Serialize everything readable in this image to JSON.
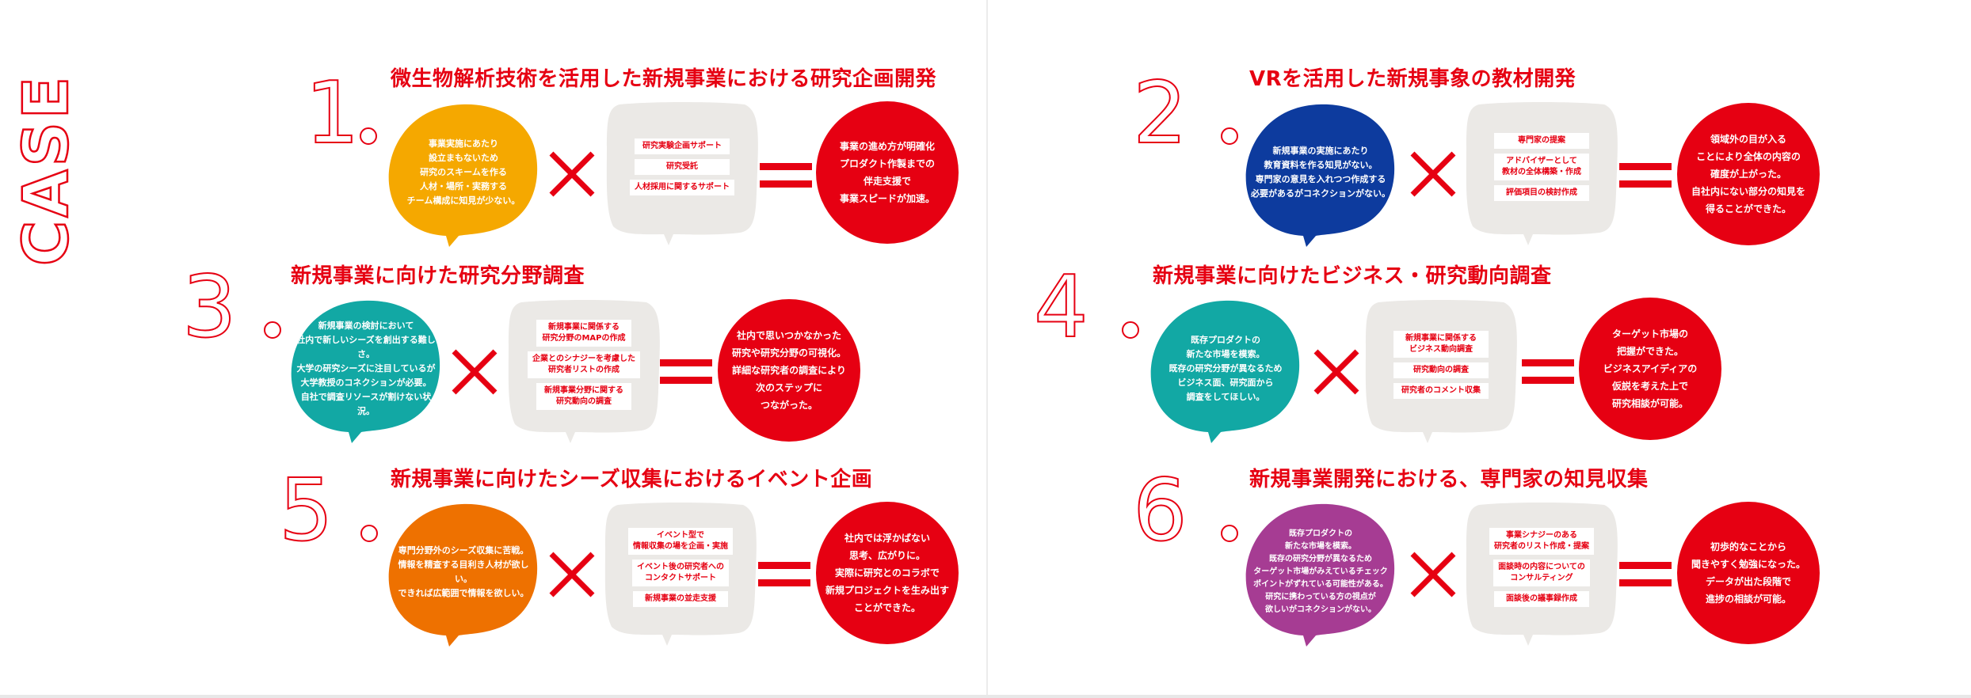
{
  "side_label": "CASE",
  "colors": {
    "accent_red": "#e60012",
    "gray_bubble": "#ebe9e6",
    "outline_number": "#e60012"
  },
  "cases": [
    {
      "number": "1",
      "title": "微生物解析技術を活用した新規事業における研究企画開発",
      "bubble_color": "#f5a800",
      "problem": "事業実施にあたり\n設立まもないため\n研究のスキームを作る\n人材・場所・実務する\nチーム構成に知見が少ない。",
      "services": [
        "研究実験企画サポート",
        "研究受託",
        "人材採用に関するサポート"
      ],
      "result": "事業の進め方が明確化\nプロダクト作製までの\n伴走支援で\n事業スピードが加速。"
    },
    {
      "number": "2",
      "title": "VRを活用した新規事象の教材開発",
      "bubble_color": "#0d3b9e",
      "problem": "新規事業の実施にあたり\n教育資料を作る知見がない。\n専門家の意見を入れつつ作成する\n必要があるがコネクションがない。",
      "services": [
        "専門家の提案",
        "アドバイザーとして\n教材の全体構築・作成",
        "評価項目の検討作成"
      ],
      "result": "領域外の目が入る\nことにより全体の内容の\n確度が上がった。\n自社内にない部分の知見を\n得ることができた。"
    },
    {
      "number": "3",
      "title": "新規事業に向けた研究分野調査",
      "bubble_color": "#12a8a4",
      "problem": "新規事業の検討において\n社内で新しいシーズを創出する難しさ。\n大学の研究シーズに注目しているが\n大学教授のコネクションが必要。\n自社で調査リソースが割けない状況。",
      "services": [
        "新規事業に関係する\n研究分野のMAPの作成",
        "企業とのシナジーを考慮した\n研究者リストの作成",
        "新規事業分野に関する\n研究動向の調査"
      ],
      "result": "社内で思いつかなかった\n研究や研究分野の可視化。\n詳細な研究者の調査により\n次のステップに\nつながった。"
    },
    {
      "number": "4",
      "title": "新規事業に向けたビジネス・研究動向調査",
      "bubble_color": "#12a8a4",
      "problem": "既存プロダクトの\n新たな市場を模索。\n既存の研究分野が異なるため\nビジネス面、研究面から\n調査をしてほしい。",
      "services": [
        "新規事業に関係する\nビジネス動向調査",
        "研究動向の調査",
        "研究者のコメント収集"
      ],
      "result": "ターゲット市場の\n把握ができた。\nビジネスアイディアの\n仮説を考えた上で\n研究相談が可能。"
    },
    {
      "number": "5",
      "title": "新規事業に向けたシーズ収集におけるイベント企画",
      "bubble_color": "#ee7100",
      "problem": "専門分野外のシーズ収集に苦戦。\n情報を精査する目利き人材が欲しい。\nできれば広範囲で情報を欲しい。",
      "services": [
        "イベント型で\n情報収集の場を企画・実施",
        "イベント後の研究者への\nコンタクトサポート",
        "新規事業の並走支援"
      ],
      "result": "社内では浮かばない\n思考、広がりに。\n実際に研究とのコラボで\n新規プロジェクトを生み出す\nことができた。"
    },
    {
      "number": "6",
      "title": "新規事業開発における、専門家の知見収集",
      "bubble_color": "#a63c93",
      "problem": "既存プロダクトの\n新たな市場を模索。\n既存の研究分野が異なるため\nターゲット市場がみえているチェック\nポイントがずれている可能性がある。\n研究に携わっている方の視点が\n欲しいがコネクションがない。",
      "services": [
        "事業シナジーのある\n研究者のリスト作成・提案",
        "面談時の内容についての\nコンサルティング",
        "面談後の議事録作成"
      ],
      "result": "初歩的なことから\n聞きやすく勉強になった。\nデータが出た段階で\n進捗の相談が可能。"
    }
  ]
}
